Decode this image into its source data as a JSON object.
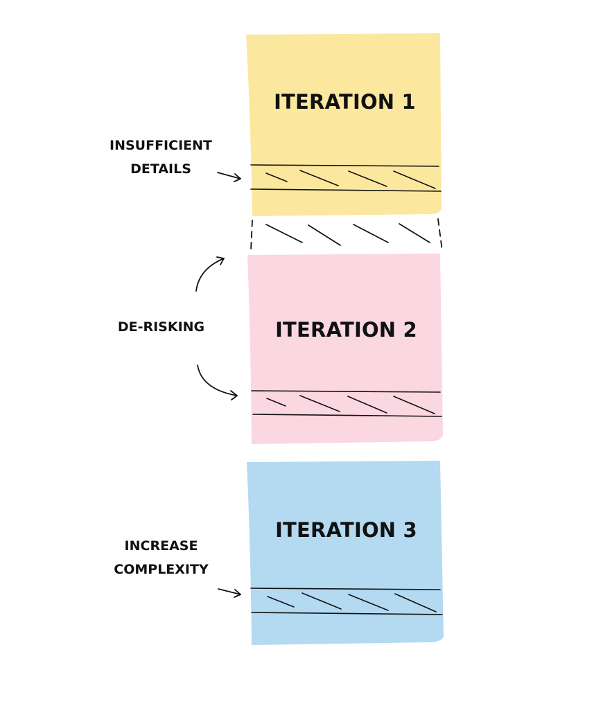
{
  "colors": {
    "note_1": "#fbe89e",
    "note_2": "#fad7e1",
    "note_3": "#b3daf1",
    "ink": "#111111"
  },
  "notes": [
    {
      "title": "ITERATION 1"
    },
    {
      "title": "ITERATION 2"
    },
    {
      "title": "ITERATION 3"
    }
  ],
  "annotations": {
    "insufficient_details": {
      "line1": "INSUFFICIENT",
      "line2": "DETAILS"
    },
    "de_risking": "DE-RISKING",
    "increase_complexity": {
      "line1": "INCREASE",
      "line2": "COMPLEXITY"
    }
  }
}
